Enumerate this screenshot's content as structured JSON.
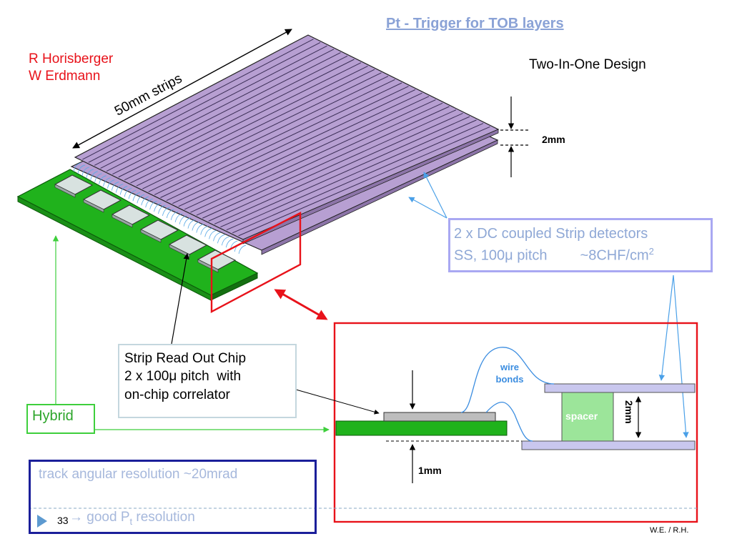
{
  "title": "Pt - Trigger for TOB layers",
  "authors": [
    "R Horisberger",
    "W Erdmann"
  ],
  "subtitle": "Two-In-One Design",
  "strips_label": "50mm strips",
  "layer_gap_label": "2mm",
  "sensor_box": {
    "line1": "2 x DC coupled Strip detectors",
    "line2_a": "SS, 100",
    "line2_mu": "μ",
    "line2_b": " pitch",
    "line2_c": "~8CHF/cm",
    "line2_sup": "2"
  },
  "chip_box": {
    "line1": "Strip Read Out Chip",
    "line2_a": "2 x 100",
    "line2_mu": "μ",
    "line2_b": " pitch  with",
    "line3": "on-chip correlator"
  },
  "hybrid_label": "Hybrid",
  "detail": {
    "wire_bonds": "wire bonds",
    "spacer": "spacer",
    "gap_2mm": "2mm",
    "gap_1mm": "1mm"
  },
  "resolution": {
    "line1": "track angular resolution ~20mrad",
    "line2_arrow": "→",
    "line2_a": " good P",
    "line2_sub": "t",
    "line2_b": " resolution"
  },
  "page_number": "33",
  "footer": "W.E. / R.H.",
  "colors": {
    "hybrid_green": "#20b21c",
    "strip_purple": "#b79fd2",
    "chip_gray": "#d8e2e0",
    "highlight_red": "#e8121a",
    "sensor_box_border": "#a9a8f2",
    "res_box_border": "#1b1f9a",
    "spacer_green": "#9ce59a"
  }
}
